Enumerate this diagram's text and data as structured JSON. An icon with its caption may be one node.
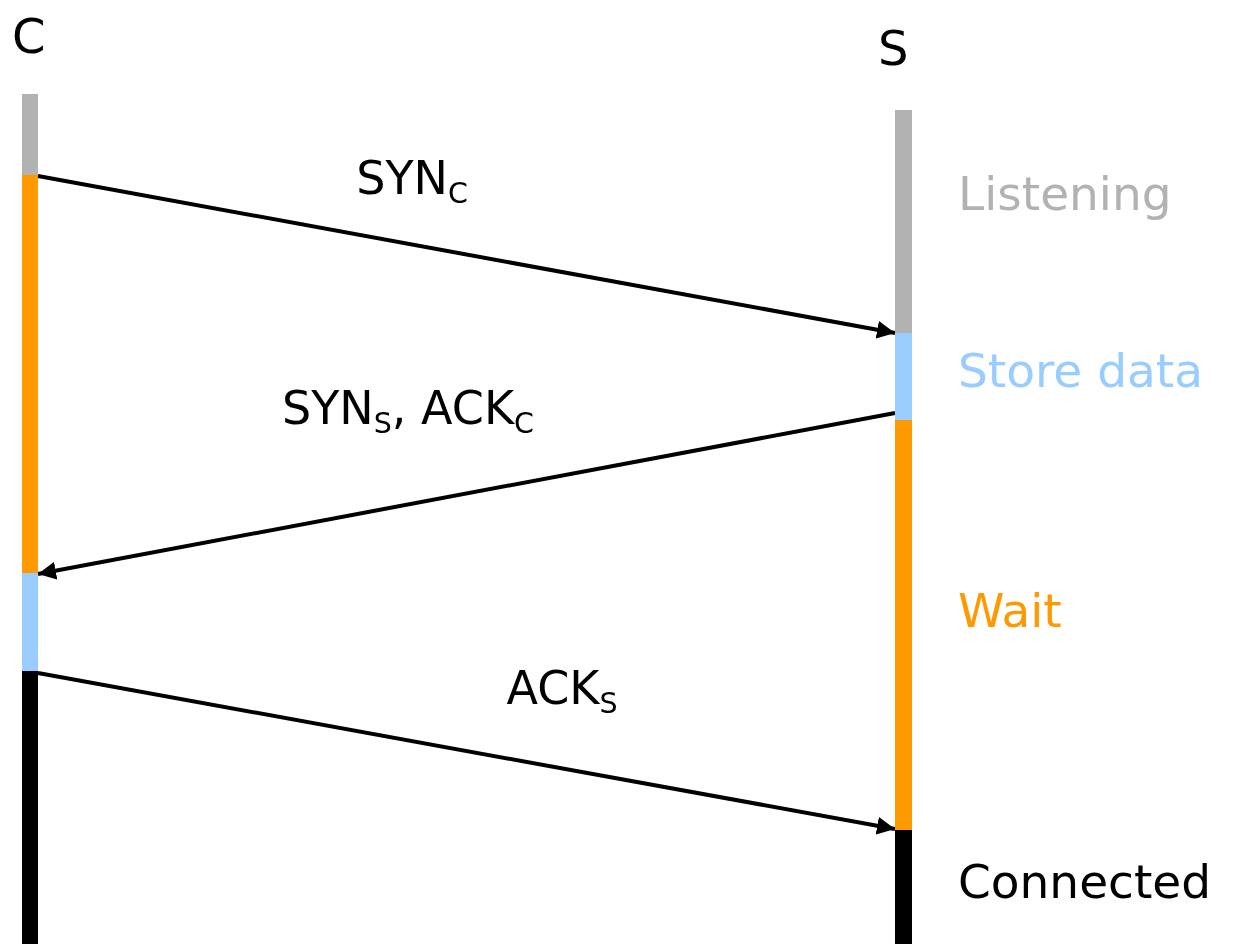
{
  "diagram": {
    "nodes": [
      {
        "text": [
          "C"
        ]
      },
      {
        "text": [
          "S"
        ]
      },
      {
        "text": [],
        "shape": "bar"
      },
      {
        "text": [],
        "shape": "bar"
      },
      {
        "text": [],
        "shape": "bar"
      },
      {
        "text": [],
        "shape": "bar"
      },
      {
        "text": [],
        "shape": "bar",
        "beside": [
          "Listening"
        ]
      },
      {
        "text": [],
        "shape": "bar",
        "beside": [
          "Store data"
        ]
      },
      {
        "text": [],
        "shape": "bar",
        "beside": [
          "Wait"
        ]
      },
      {
        "text": [],
        "shape": "bar",
        "beside": [
          "Connected"
        ]
      }
    ],
    "edges": [
      {
        "from": 3,
        "to": 7,
        "arrow": "to",
        "label": "SYN$_{C}$"
      },
      {
        "from": 7,
        "to": 4,
        "arrow": "to",
        "label": "SYN$_{S}$, ACK$_{C}$"
      },
      {
        "from": 5,
        "to": 9,
        "arrow": "to",
        "label": "ACK$_{S}$"
      }
    ]
  }
}
